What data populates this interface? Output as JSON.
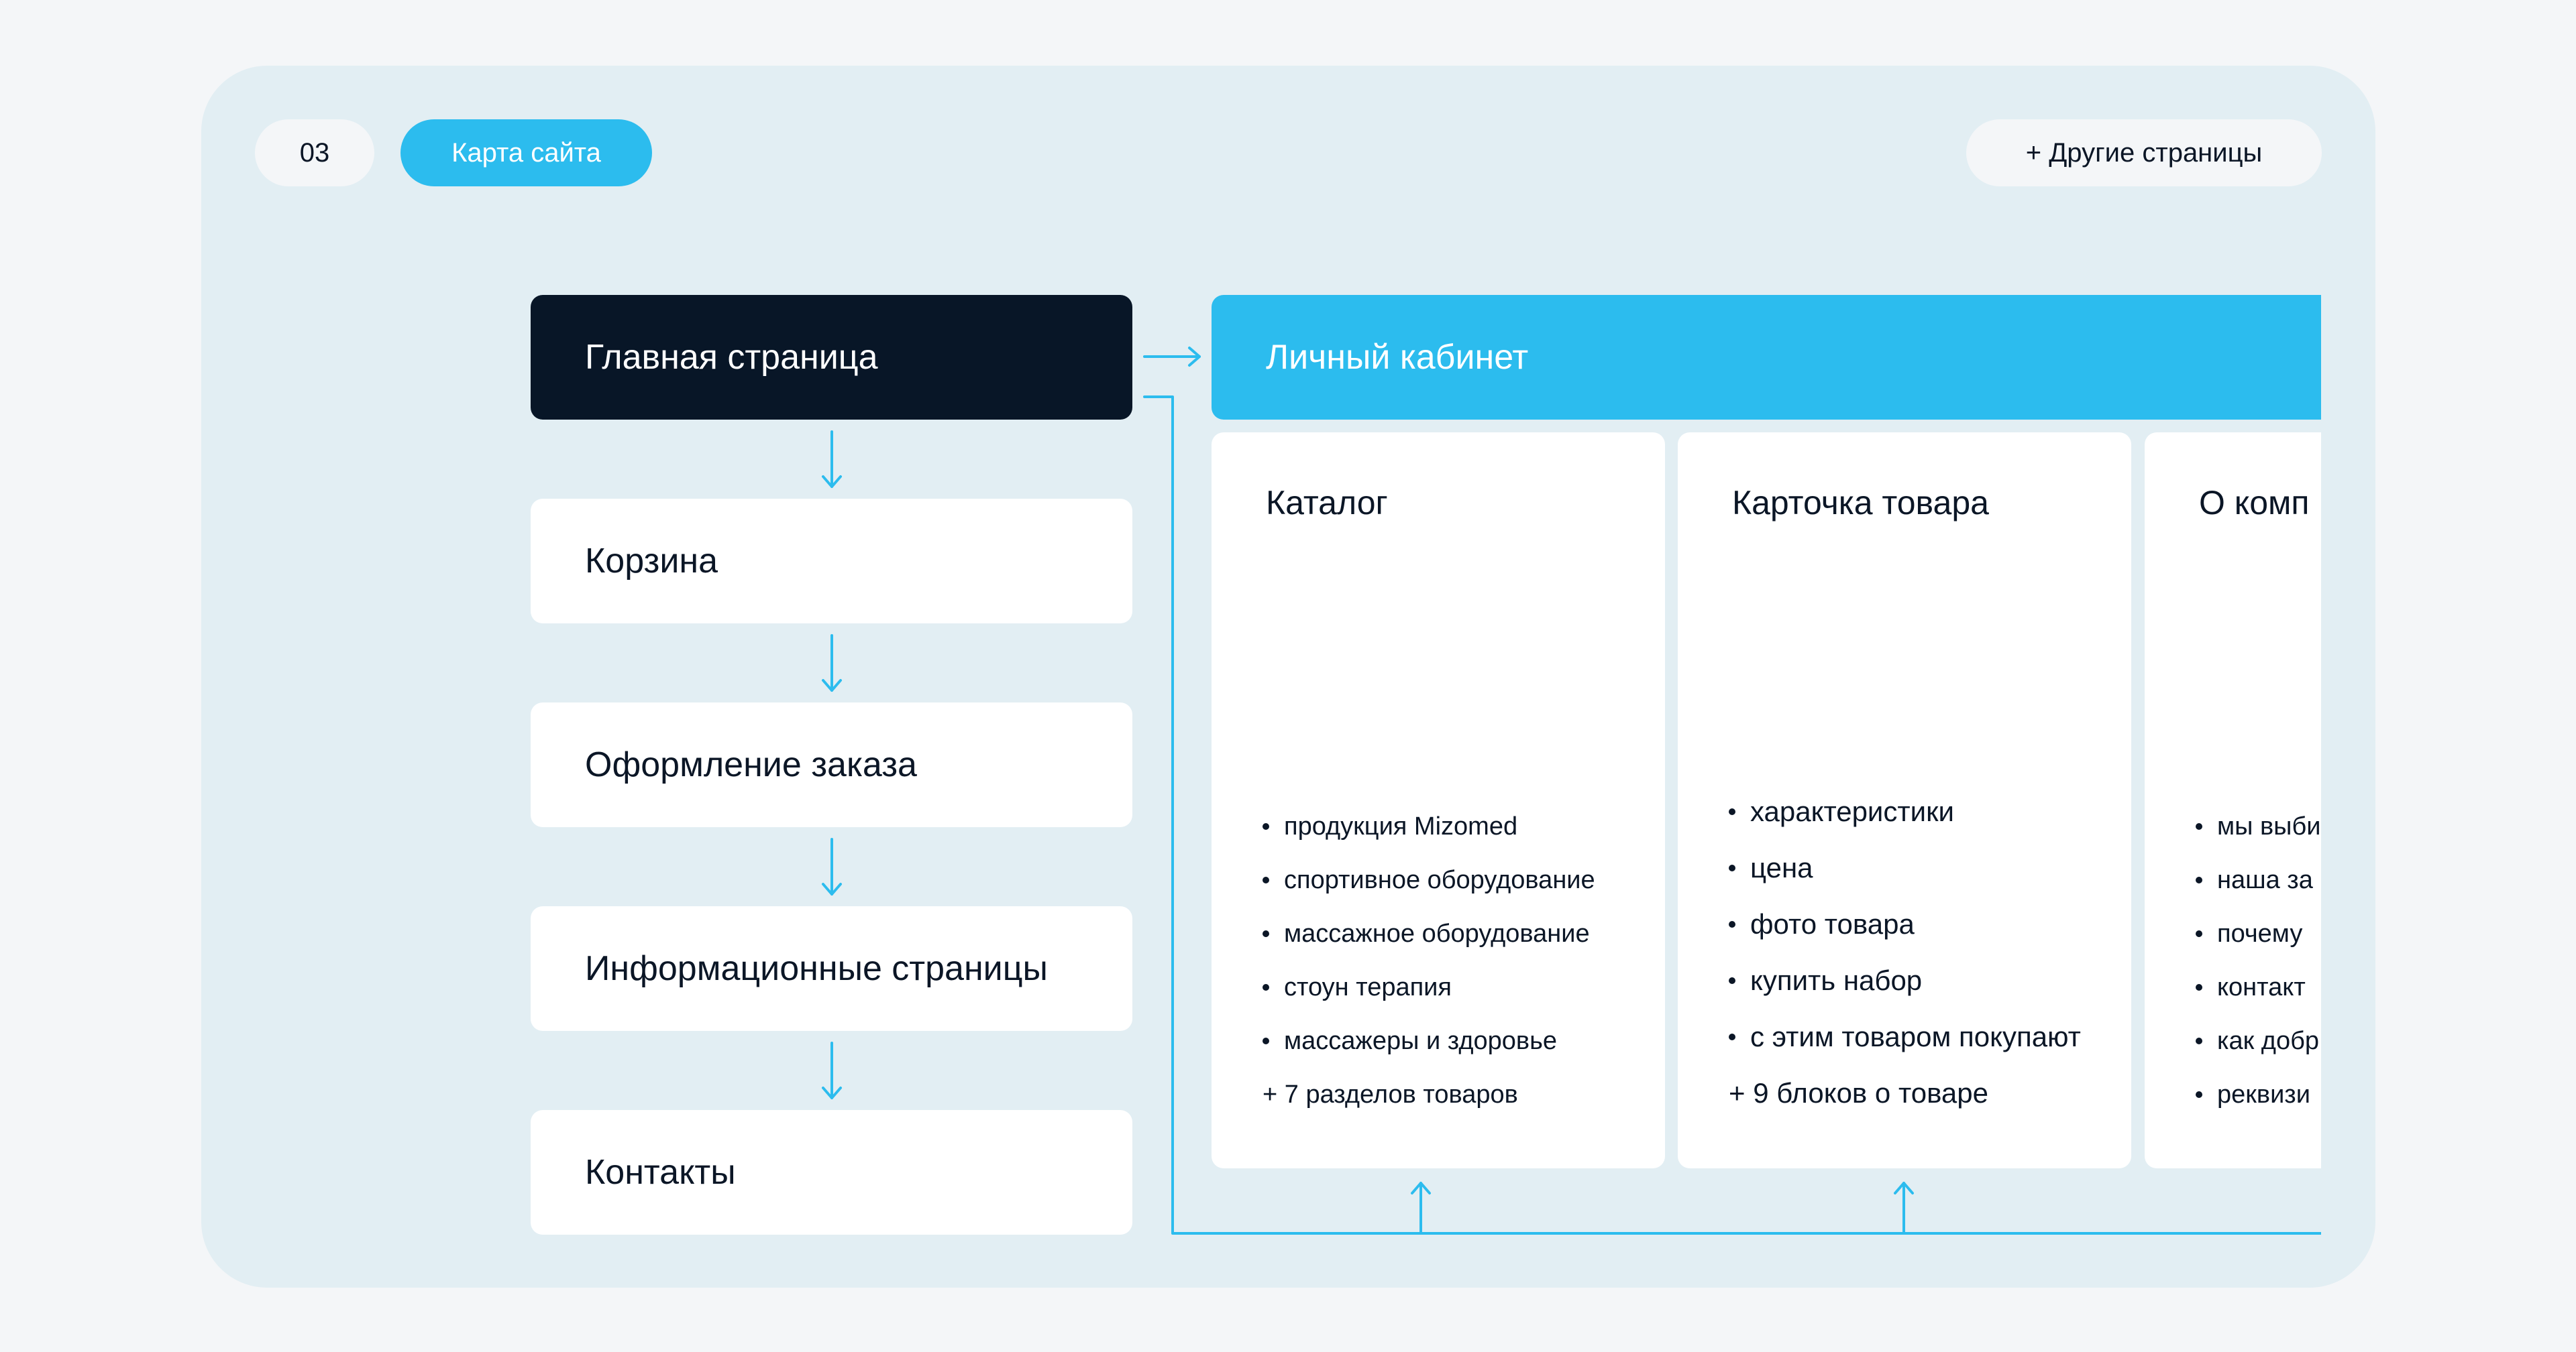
{
  "header": {
    "number": "03",
    "section_label": "Карта сайта",
    "more_pages_label": "+ Другие страницы"
  },
  "flow": {
    "home": "Главная страница",
    "cart": "Корзина",
    "checkout": "Оформление заказа",
    "info_pages": "Информационные страницы",
    "contacts": "Контакты"
  },
  "cabinet": {
    "title": "Личный кабинет"
  },
  "cards": [
    {
      "title": "Каталог",
      "items": [
        "продукция Mizomed",
        "спортивное оборудование",
        "массажное оборудование",
        "стоун терапия",
        "массажеры и здоровье"
      ],
      "extra": "+ 7 разделов товаров"
    },
    {
      "title": "Карточка товара",
      "items": [
        "характеристики",
        "цена",
        "фото товара",
        "купить набор",
        "с этим товаром покупают"
      ],
      "extra": "+ 9 блоков о товаре"
    },
    {
      "title": "О комп",
      "items": [
        "мы выби",
        "наша за",
        "почему",
        "контакт",
        "как добр",
        "реквизи"
      ]
    }
  ],
  "colors": {
    "accent": "#2cbcee",
    "dark": "#081627",
    "board": "#e2eef3",
    "page": "#f4f6f8"
  }
}
